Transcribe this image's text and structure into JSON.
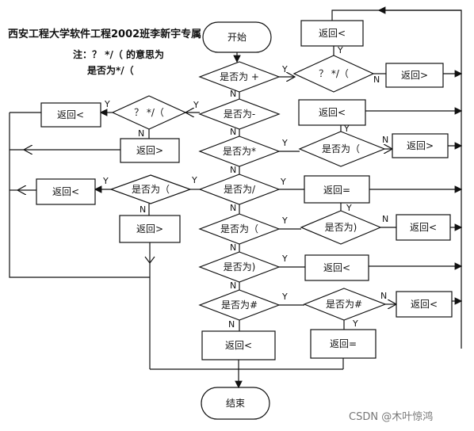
{
  "title": "西安工程大学软件工程2002班李新宇专属",
  "note": {
    "line1": "注：？ */（ 的意思为",
    "line2": "是否为*/（"
  },
  "terminals": {
    "start": "开始",
    "end": "结束"
  },
  "center_decisions": [
    "是否为 +",
    "是否为-",
    "是否为*",
    "是否为/",
    "是否为（",
    "是否为)",
    "是否为#"
  ],
  "left_decisions": [
    "？ */（",
    "是否为（"
  ],
  "right_decisions": [
    "？ */（",
    "是否为（",
    "是否为)",
    "是否为#"
  ],
  "boxes": {
    "r_top": "返回<",
    "r_top2": "返回>",
    "r_minus": "返回<",
    "r_mul": "返回>",
    "r_div": "返回=",
    "r_lparen": "返回<",
    "r_rparen": "返回<",
    "r_hash": "返回<",
    "r_hash_bottom": "返回=",
    "l_minus": "返回<",
    "l_minus_n": "返回>",
    "l_div": "返回<",
    "l_div_n": "返回>",
    "c_hash": "返回<"
  },
  "yn": {
    "y": "Y",
    "n": "N"
  },
  "watermark": "CSDN @木叶惊鸿"
}
